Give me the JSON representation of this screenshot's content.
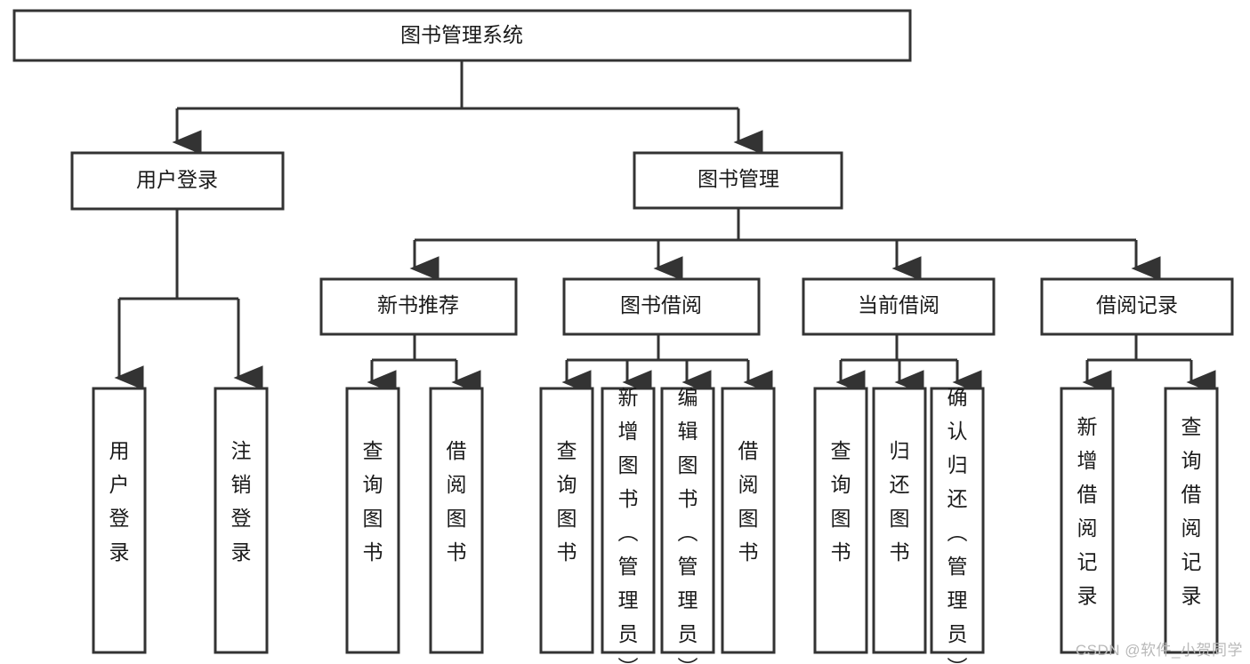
{
  "diagram": {
    "type": "tree-hierarchy",
    "title": "图书管理系统",
    "watermark": "CSDN @软件_小贺同学",
    "root": {
      "label": "图书管理系统",
      "orientation": "horizontal"
    },
    "level2": [
      {
        "label": "用户登录",
        "orientation": "horizontal"
      },
      {
        "label": "图书管理",
        "orientation": "horizontal"
      }
    ],
    "level3": [
      {
        "label": "新书推荐",
        "orientation": "horizontal"
      },
      {
        "label": "图书借阅",
        "orientation": "horizontal"
      },
      {
        "label": "当前借阅",
        "orientation": "horizontal"
      },
      {
        "label": "借阅记录",
        "orientation": "horizontal"
      }
    ],
    "leaves": {
      "user_login": [
        {
          "label": "用户登录",
          "orientation": "vertical"
        },
        {
          "label": "注销登录",
          "orientation": "vertical"
        }
      ],
      "new_book_recommend": [
        {
          "label": "查询图书",
          "orientation": "vertical"
        },
        {
          "label": "借阅图书",
          "orientation": "vertical"
        }
      ],
      "book_borrow": [
        {
          "label": "查询图书",
          "orientation": "vertical"
        },
        {
          "label": "新增图书（管理员）",
          "orientation": "vertical"
        },
        {
          "label": "编辑图书（管理员）",
          "orientation": "vertical"
        },
        {
          "label": "借阅图书",
          "orientation": "vertical"
        }
      ],
      "current_borrow": [
        {
          "label": "查询图书",
          "orientation": "vertical"
        },
        {
          "label": "归还图书",
          "orientation": "vertical"
        },
        {
          "label": "确认归还（管理员）",
          "orientation": "vertical"
        }
      ],
      "borrow_records": [
        {
          "label": "新增借阅记录",
          "orientation": "vertical"
        },
        {
          "label": "查询借阅记录",
          "orientation": "vertical"
        }
      ]
    },
    "colors": {
      "background": "#ffffff",
      "box_fill": "#ffffff",
      "box_stroke": "#333333",
      "connector": "#333333",
      "text": "#1a1a1a",
      "watermark": "#b9b9b9"
    }
  }
}
